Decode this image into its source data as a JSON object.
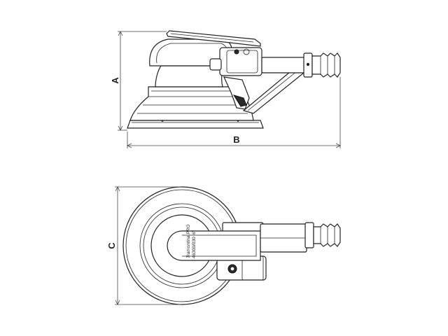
{
  "dimensions": {
    "height_label": "A",
    "length_label": "B",
    "diameter_label": "C"
  },
  "engraving": {
    "brand": "Tramontina PRO",
    "model": "46300/030",
    "size": "6\""
  }
}
